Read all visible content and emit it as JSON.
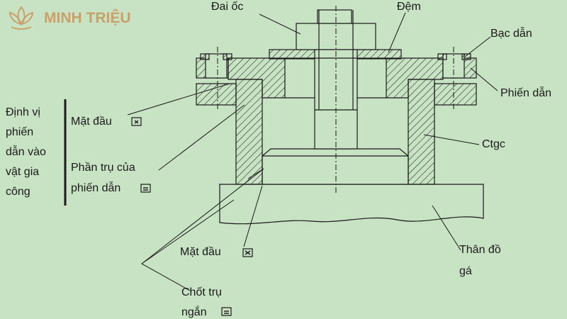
{
  "brand": {
    "name": "MINH TRIỆU",
    "logo": "lotus-logo"
  },
  "labels": {
    "dai_oc": "Đai ốc",
    "dem": "Đệm",
    "bac_dan": "Bạc dẫn",
    "phien_dan": "Phiến dẫn",
    "ctgc": "Ctgc",
    "than_do_ga_1": "Thân đồ",
    "than_do_ga_2": "gá",
    "mat_dau_top": "Mặt đầu",
    "phan_tru_1": "Phần trụ của",
    "phan_tru_2": "phiến dẫn",
    "mat_dau_bottom": "Mặt đầu",
    "chot_tru_1": "Chốt trụ",
    "chot_tru_2": "ngắn",
    "dinh_vi": [
      "Định vị",
      "phiến",
      "dẫn vào",
      "vật gia",
      "công"
    ]
  },
  "colors": {
    "background": "#c8e3c3",
    "ink": "#1a1a1a",
    "brand": "#c9a06a"
  }
}
